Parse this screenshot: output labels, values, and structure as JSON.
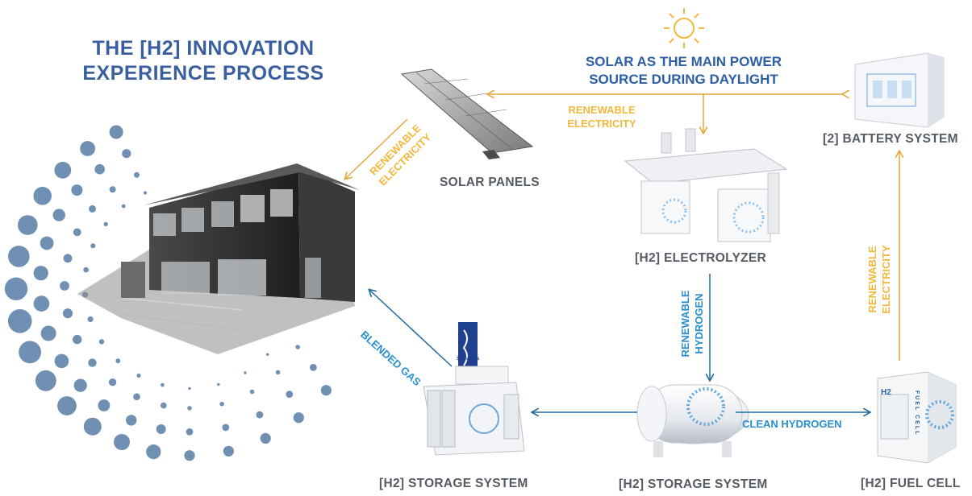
{
  "title": {
    "line1": "THE [H2] INNOVATION",
    "line2": "EXPERIENCE PROCESS"
  },
  "solar_banner": {
    "line1": "SOLAR AS THE MAIN POWER",
    "line2": "SOURCE DURING DAYLIGHT"
  },
  "nodes": {
    "solar_panels": "SOLAR PANELS",
    "battery": "[2] BATTERY SYSTEM",
    "electrolyzer": "[H2] ELECTROLYZER",
    "storage_left": "[H2] STORAGE SYSTEM",
    "storage_center": "[H2] STORAGE SYSTEM",
    "fuel_cell": "[H2] FUEL CELL"
  },
  "flows": {
    "renewable_electricity_top": {
      "line1": "RENEWABLE",
      "line2": "ELECTRICITY"
    },
    "renewable_electricity_house": {
      "line1": "RENEWABLE",
      "line2": "ELECTRICITY"
    },
    "renewable_electricity_right": {
      "line1": "RENEWABLE",
      "line2": "ELECTRICITY"
    },
    "renewable_hydrogen": {
      "line1": "RENEWABLE",
      "line2": "HYDROGEN"
    },
    "clean_hydrogen": "CLEAN HYDROGEN",
    "blended_gas": "BLENDED GAS"
  },
  "device_marks": {
    "h2": "H2",
    "fuel_cell_vertical": "FUEL CELL",
    "brand": "SoCalGas"
  },
  "colors": {
    "title_blue": "#3a5f9e",
    "flow_yellow": "#f2b83c",
    "flow_blue": "#2a8fcf",
    "label_gray": "#555b63",
    "dot_blue": "#6f8fb3"
  }
}
